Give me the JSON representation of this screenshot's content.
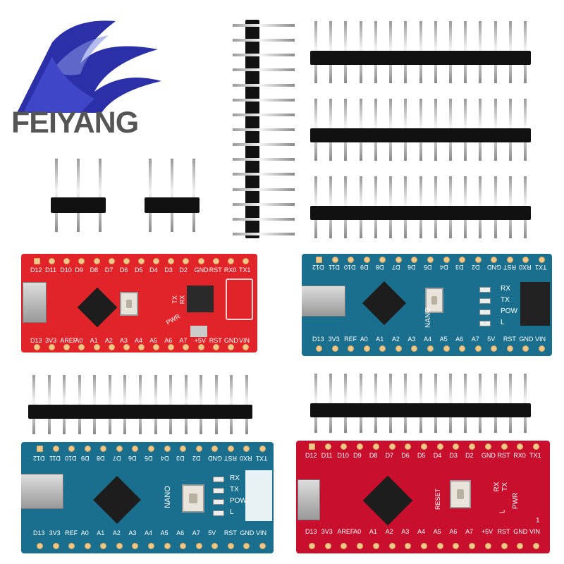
{
  "brand": {
    "name": "FEIYANG",
    "logo_colors": [
      "#2b2fa8",
      "#3f46c8",
      "#8090e0"
    ],
    "text_color": "#555555"
  },
  "headers": {
    "vertical_15pin": 15,
    "horizontal_15pin": 15,
    "small_3pin": 3
  },
  "boards": {
    "red_top": {
      "color": "#e1242a",
      "top_pins": [
        "D12",
        "D11",
        "D10",
        "D9",
        "D8",
        "D7",
        "D6",
        "D5",
        "D4",
        "D3",
        "D2",
        "GND",
        "RST",
        "RX0",
        "TX1"
      ],
      "bottom_pins": [
        "D13",
        "3V3",
        "AREF",
        "A0",
        "A1",
        "A2",
        "A3",
        "A4",
        "A5",
        "A6",
        "A7",
        "+5V",
        "RST",
        "GND",
        "VIN"
      ],
      "side_text": [
        "TX",
        "RX",
        "PWR"
      ]
    },
    "blue_top": {
      "color": "#1b6f8e",
      "top_pins": [
        "D12",
        "D11",
        "D10",
        "D9",
        "D8",
        "D7",
        "D6",
        "D5",
        "D4",
        "D3",
        "D2",
        "GND",
        "RST",
        "RX0",
        "TX1"
      ],
      "bottom_pins": [
        "D13",
        "3V3",
        "REF",
        "A0",
        "A1",
        "A2",
        "A3",
        "A4",
        "A5",
        "A6",
        "A7",
        "5V",
        "RST",
        "GND",
        "VIN"
      ],
      "led_labels": [
        "RX",
        "TX",
        "POW",
        "L"
      ],
      "chip_label": "NANO"
    },
    "blue_bottom": {
      "color": "#1b6f8e",
      "top_pins": [
        "D12",
        "D11",
        "D10",
        "D9",
        "D8",
        "D7",
        "D6",
        "D5",
        "D4",
        "D3",
        "D2",
        "GND",
        "RST",
        "RX0",
        "TX1"
      ],
      "bottom_pins": [
        "D13",
        "3V3",
        "REF",
        "A0",
        "A1",
        "A2",
        "A3",
        "A4",
        "A5",
        "A6",
        "A7",
        "5V",
        "RST",
        "GND",
        "VIN"
      ],
      "led_labels": [
        "RX",
        "TX",
        "POW",
        "L"
      ],
      "chip_label": "NANO"
    },
    "crimson_bottom": {
      "color": "#c8102e",
      "top_pins": [
        "D12",
        "D11",
        "D10",
        "D9",
        "D8",
        "D7",
        "D6",
        "D5",
        "D4",
        "D3",
        "D2",
        "GND",
        "RST",
        "RX0",
        "TX1"
      ],
      "bottom_pins": [
        "D13",
        "3V3",
        "AREF",
        "A0",
        "A1",
        "A2",
        "A3",
        "A4",
        "A5",
        "A6",
        "A7",
        "+5V",
        "RST",
        "GND",
        "VIN"
      ],
      "side_text": [
        "RX",
        "TX",
        "PWR",
        "L",
        "RESET"
      ],
      "marker": "1"
    }
  }
}
